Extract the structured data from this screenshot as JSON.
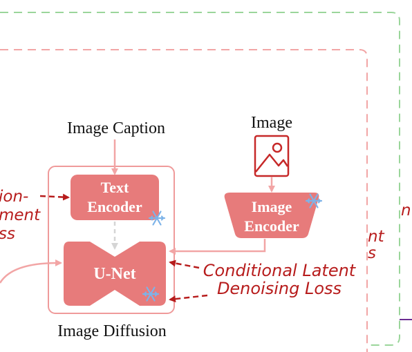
{
  "labels": {
    "image_caption": "Image Caption",
    "image": "Image",
    "image_diffusion": "Image Diffusion",
    "text_encoder_line1": "Text",
    "text_encoder_line2": "Encoder",
    "image_encoder_line1": "Image",
    "image_encoder_line2": "Encoder",
    "unet": "U-Net",
    "cond_loss_line1": "Conditional Latent",
    "cond_loss_line2": "Denoising Loss",
    "left_frag_1": "ion-",
    "left_frag_2": "ment",
    "left_frag_3": "ss",
    "right_frag_1": "nt",
    "right_frag_2": "nt",
    "right_frag_3": "s"
  },
  "colors": {
    "block_fill": "#e77b7b",
    "block_text": "#ffffff",
    "container_stroke": "#ef9a9a",
    "outer_green_dash": "#9ad59a",
    "inner_red_dash": "#f2a5a5",
    "loss_text": "#b71c1c",
    "arrow_dark": "#b71c1c",
    "arrow_light": "#f2a5a5",
    "snowflake": "#7db3e8",
    "purple_line": "#6a2c91"
  },
  "icons": [
    "image-icon",
    "snowflake-icon",
    "arrow-icon"
  ]
}
